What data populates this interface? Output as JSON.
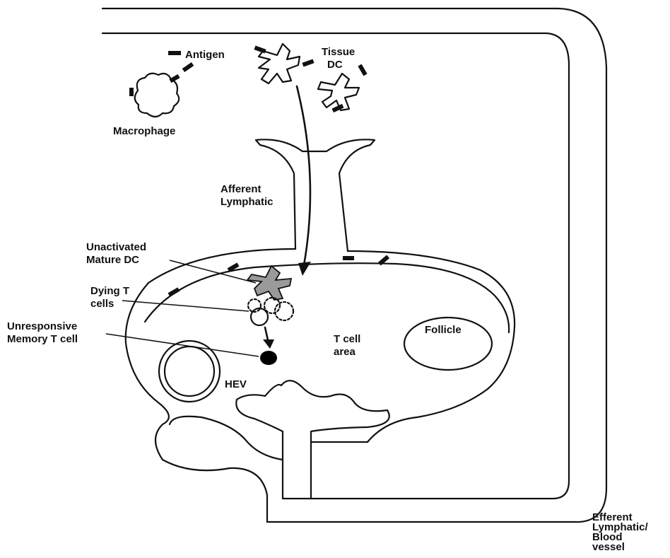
{
  "labels": {
    "antigen": "Antigen",
    "tissue_dc": [
      "Tissue",
      "DC"
    ],
    "macrophage": "Macrophage",
    "afferent_lymphatic": [
      "Afferent",
      "Lymphatic"
    ],
    "unactivated_mature_dc": [
      "Unactivated",
      "Mature DC"
    ],
    "dying_t_cells": [
      "Dying T",
      "cells"
    ],
    "unresponsive_memory_t_cell": [
      "Unresponsive",
      "Memory T cell"
    ],
    "t_cell_area": [
      "T cell",
      "area"
    ],
    "follicle": "Follicle",
    "hev": "HEV",
    "efferent": [
      "Efferent",
      "Lymphatic/",
      "Blood",
      "vessel"
    ]
  },
  "colors": {
    "ink": "#111111",
    "background": "#ffffff",
    "mature_dc_fill": "#9a9a9a",
    "memory_t_cell_fill": "#000000"
  }
}
